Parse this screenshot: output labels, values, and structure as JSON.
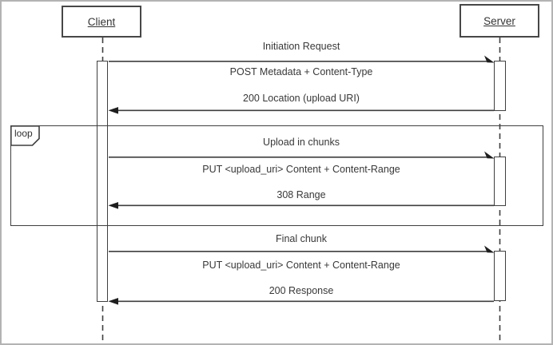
{
  "diagram": {
    "kind": "uml-sequence-diagram",
    "colors": {
      "background": "#ffffff",
      "line": "#3f3f3f",
      "text": "#383838",
      "outer_border": "#b3b3b3"
    },
    "actors": {
      "client": "Client",
      "server": "Server"
    },
    "loop": {
      "operator": "loop"
    },
    "sections": {
      "initiation": {
        "title": "Initiation Request",
        "request": "POST Metadata + Content-Type",
        "response": "200 Location (upload URI)"
      },
      "chunk_loop": {
        "title": "Upload in chunks",
        "request": "PUT <upload_uri> Content + Content-Range",
        "response": "308 Range"
      },
      "final": {
        "title": "Final chunk",
        "request": "PUT <upload_uri> Content + Content-Range",
        "response": "200 Response"
      }
    }
  }
}
